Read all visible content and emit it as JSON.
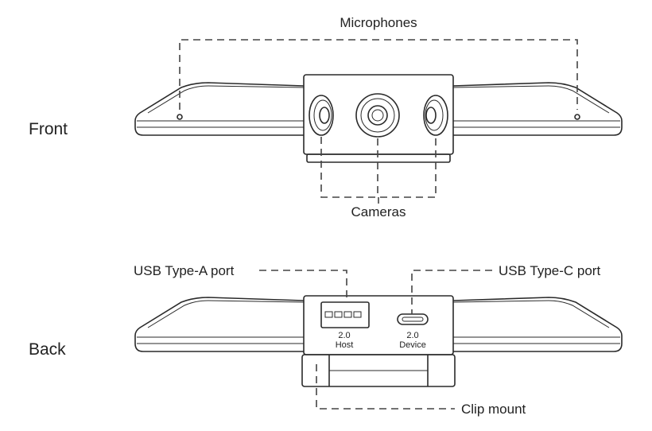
{
  "labels": {
    "microphones": "Microphones",
    "front": "Front",
    "cameras": "Cameras",
    "usb_a": "USB Type-A port",
    "usb_c": "USB Type-C port",
    "back": "Back",
    "clip": "Clip mount"
  },
  "ports": {
    "host_version": "2.0",
    "host_label": "Host",
    "device_version": "2.0",
    "device_label": "Device"
  },
  "colors": {
    "line": "#2a2a2a",
    "leader": "#444444",
    "text": "#222222"
  }
}
